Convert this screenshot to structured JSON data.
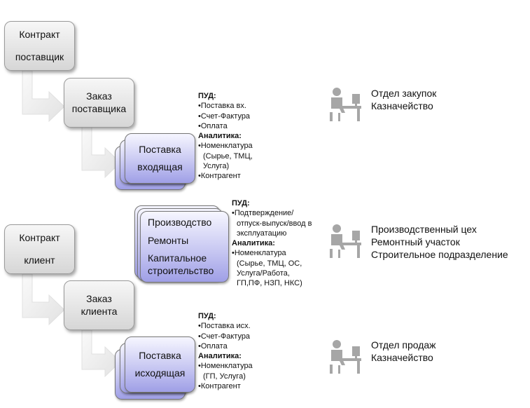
{
  "groups": {
    "supplier": {
      "contract": [
        "Контракт",
        "поставщик"
      ],
      "order": [
        "Заказ",
        "поставщика"
      ],
      "delivery": [
        "Поставка",
        "входящая"
      ],
      "notes": {
        "pud_title": "ПУД:",
        "pud_items": [
          "Поставка вх.",
          "Счет-Фактура",
          "Оплата"
        ],
        "analytics_title": "Аналитика:",
        "analytics_items": [
          "Номенклатура (Сырье, ТМЦ, Услуга)",
          "Контрагент"
        ]
      },
      "departments": [
        "Отдел закупок",
        "Казначейство"
      ],
      "icon": "office-worker-icon"
    },
    "production": {
      "lines": [
        "Производство",
        "Ремонты",
        "Капитальное строительство"
      ],
      "notes": {
        "pud_title": "ПУД:",
        "pud_items": [
          "Подтверждение/ отпуск-выпуск/ввод в эксплуатацию"
        ],
        "analytics_title": "Аналитика:",
        "analytics_items": [
          "Номенклатура (Сырье, ТМЦ, ОС, Услуга/Работа, ГП,ПФ, НЗП, НКС)"
        ]
      },
      "departments": [
        "Производственный цех",
        "Ремонтный участок",
        "Строительное подразделение"
      ],
      "icon": "office-worker-icon"
    },
    "client": {
      "contract": [
        "Контракт",
        "клиент"
      ],
      "order": [
        "Заказ",
        "клиента"
      ],
      "delivery": [
        "Поставка",
        "исходящая"
      ],
      "notes": {
        "pud_title": "ПУД:",
        "pud_items": [
          "Поставка исх.",
          "Счет-Фактура",
          "Оплата"
        ],
        "analytics_title": "Аналитика:",
        "analytics_items": [
          "Номенклатура (ГП,  Услуга)",
          "Контрагент"
        ]
      },
      "departments": [
        "Отдел продаж",
        "Казначейство"
      ],
      "icon": "office-worker-icon"
    }
  },
  "colors": {
    "grey_box": "#e4e4e4",
    "blue_box": "#b8b8ee",
    "arrow": "#eeeeee",
    "icon": "#a6a6a6"
  }
}
